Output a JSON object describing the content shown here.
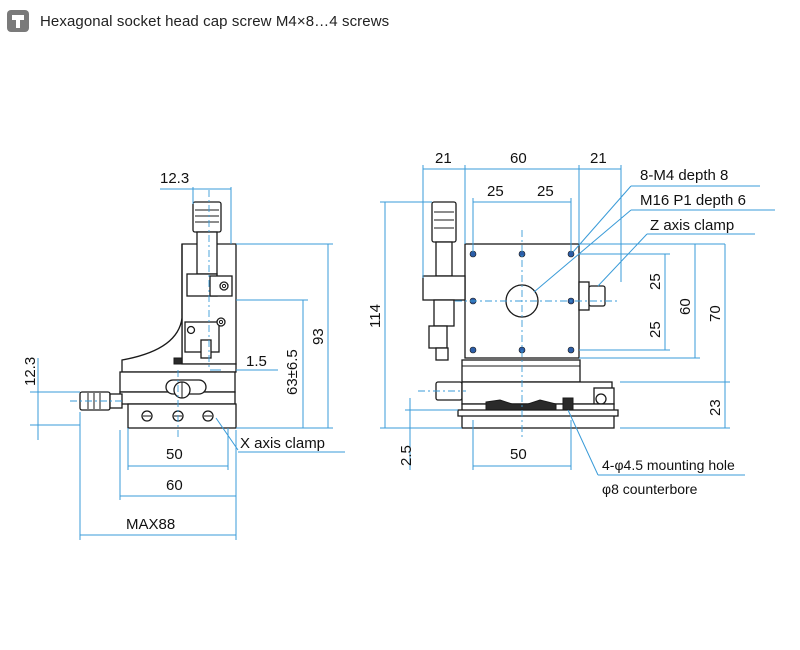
{
  "header": {
    "icon": "screw-icon",
    "title": "Hexagonal socket head cap screw M4×8…4 screws"
  },
  "colors": {
    "dimension_line": "#3a9bd8",
    "outline": "#1a1a1a",
    "hole_fill": "#2c5ea8"
  },
  "side_view": {
    "dim_micrometer_width": "12.3",
    "dim_left_height": "12.3",
    "dim_gap": "1.5",
    "dim_travel_height": "63±6.5",
    "dim_total_height": "93",
    "dim_bottom_50": "50",
    "dim_bottom_60": "60",
    "dim_max": "MAX88",
    "label_x_clamp": "X axis clamp"
  },
  "front_view": {
    "dim_top_21_left": "21",
    "dim_top_60": "60",
    "dim_top_21_right": "21",
    "dim_25_left": "25",
    "dim_25_right": "25",
    "dim_height_114": "114",
    "dim_v25_upper": "25",
    "dim_v25_lower": "25",
    "dim_v60": "60",
    "dim_v70": "70",
    "dim_v23": "23",
    "dim_2_5": "2.5",
    "dim_bottom_50": "50",
    "label_m4": "8-M4 depth 8",
    "label_m16": "M16 P1 depth 6",
    "label_z_clamp": "Z axis clamp",
    "label_mount_hole": "4-φ4.5 mounting hole",
    "label_counterbore": "φ8 counterbore"
  }
}
